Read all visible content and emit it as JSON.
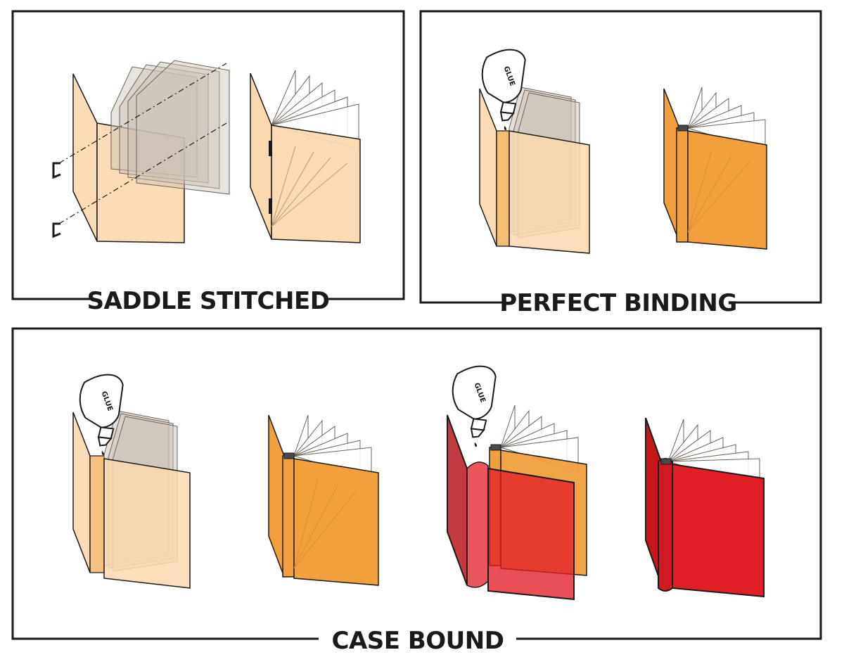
{
  "panels": {
    "saddle_stitched": {
      "title": "SADDLE STITCHED"
    },
    "perfect_binding": {
      "title": "PERFECT BINDING"
    },
    "case_bound": {
      "title": "CASE BOUND"
    }
  },
  "glue_label": "GLUE",
  "colors": {
    "cover_tan": "#F9D9AE",
    "cover_orange": "#F1A03C",
    "cover_red": "#E11F26",
    "cover_dark_red": "#C23940",
    "page_gray": "#C9C0B6",
    "outline": "#1a1a1a"
  }
}
